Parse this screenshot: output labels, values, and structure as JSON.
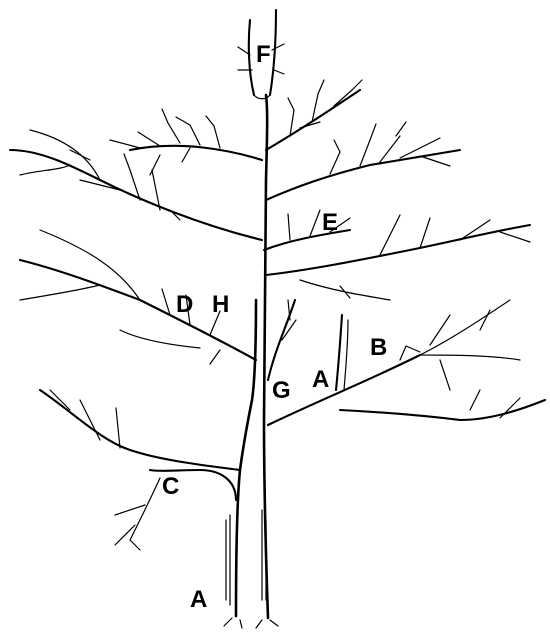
{
  "diagram": {
    "labels": {
      "a_base": "A",
      "a_mid": "A",
      "b": "B",
      "c": "C",
      "d": "D",
      "e": "E",
      "f": "F",
      "g": "G",
      "h": "H"
    }
  }
}
